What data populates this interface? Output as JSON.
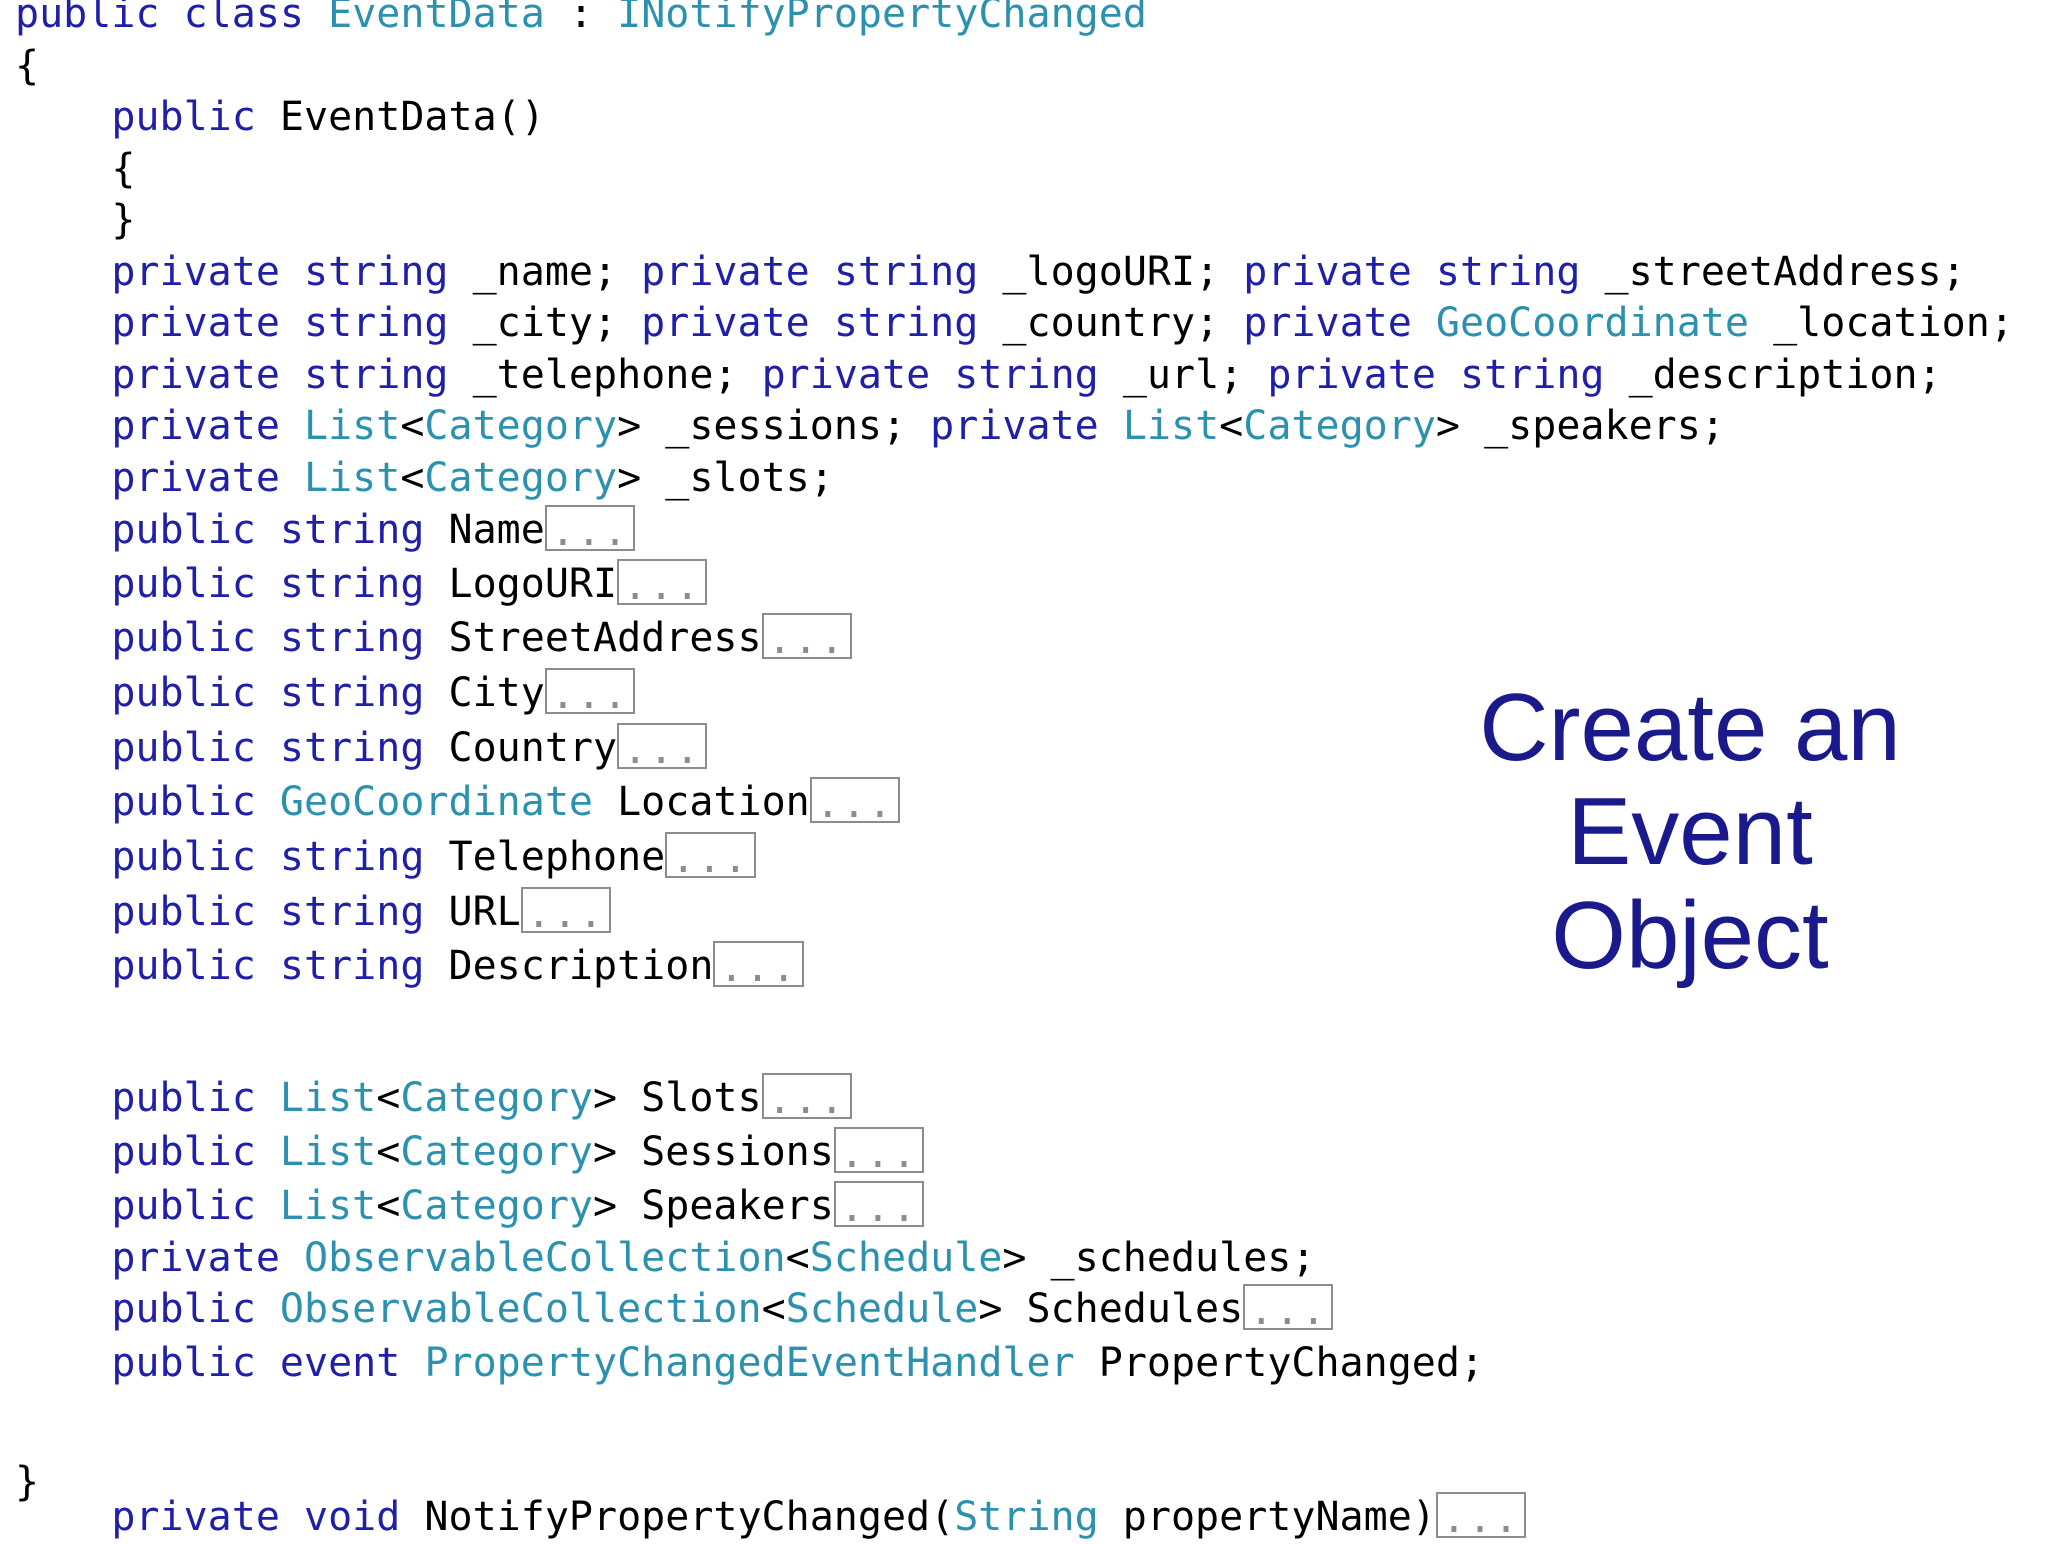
{
  "colors": {
    "keyword": "#1f1fa8",
    "type": "#2b91af",
    "text": "#000000",
    "fold_border": "#8c8c8c",
    "title": "#1a1a8c"
  },
  "code_lines": [
    {
      "tokens": [
        {
          "t": "public",
          "c": "kw"
        },
        {
          "t": " "
        },
        {
          "t": "class",
          "c": "kw"
        },
        {
          "t": " "
        },
        {
          "t": "EventData",
          "c": "ty"
        },
        {
          "t": " : "
        },
        {
          "t": "INotifyPropertyChanged",
          "c": "ty"
        }
      ]
    },
    {
      "tokens": [
        {
          "t": "{"
        }
      ]
    },
    {
      "tokens": [
        {
          "t": "    "
        },
        {
          "t": "public",
          "c": "kw"
        },
        {
          "t": " EventData()"
        }
      ]
    },
    {
      "tokens": [
        {
          "t": "    {"
        }
      ]
    },
    {
      "tokens": [
        {
          "t": "    }"
        }
      ]
    },
    {
      "tokens": [
        {
          "t": "    "
        },
        {
          "t": "private",
          "c": "kw"
        },
        {
          "t": " "
        },
        {
          "t": "string",
          "c": "kw"
        },
        {
          "t": " _name; "
        },
        {
          "t": "private",
          "c": "kw"
        },
        {
          "t": " "
        },
        {
          "t": "string",
          "c": "kw"
        },
        {
          "t": " _logoURI; "
        },
        {
          "t": "private",
          "c": "kw"
        },
        {
          "t": " "
        },
        {
          "t": "string",
          "c": "kw"
        },
        {
          "t": " _streetAddress;"
        }
      ]
    },
    {
      "tokens": [
        {
          "t": "    "
        },
        {
          "t": "private",
          "c": "kw"
        },
        {
          "t": " "
        },
        {
          "t": "string",
          "c": "kw"
        },
        {
          "t": " _city; "
        },
        {
          "t": "private",
          "c": "kw"
        },
        {
          "t": " "
        },
        {
          "t": "string",
          "c": "kw"
        },
        {
          "t": " _country; "
        },
        {
          "t": "private",
          "c": "kw"
        },
        {
          "t": " "
        },
        {
          "t": "GeoCoordinate",
          "c": "ty"
        },
        {
          "t": " _location;"
        }
      ]
    },
    {
      "tokens": [
        {
          "t": "    "
        },
        {
          "t": "private",
          "c": "kw"
        },
        {
          "t": " "
        },
        {
          "t": "string",
          "c": "kw"
        },
        {
          "t": " _telephone; "
        },
        {
          "t": "private",
          "c": "kw"
        },
        {
          "t": " "
        },
        {
          "t": "string",
          "c": "kw"
        },
        {
          "t": " _url; "
        },
        {
          "t": "private",
          "c": "kw"
        },
        {
          "t": " "
        },
        {
          "t": "string",
          "c": "kw"
        },
        {
          "t": " _description;"
        }
      ]
    },
    {
      "tokens": [
        {
          "t": "    "
        },
        {
          "t": "private",
          "c": "kw"
        },
        {
          "t": " "
        },
        {
          "t": "List",
          "c": "ty"
        },
        {
          "t": "<"
        },
        {
          "t": "Category",
          "c": "ty"
        },
        {
          "t": "> _sessions; "
        },
        {
          "t": "private",
          "c": "kw"
        },
        {
          "t": " "
        },
        {
          "t": "List",
          "c": "ty"
        },
        {
          "t": "<"
        },
        {
          "t": "Category",
          "c": "ty"
        },
        {
          "t": "> _speakers;"
        }
      ]
    },
    {
      "tokens": [
        {
          "t": "    "
        },
        {
          "t": "private",
          "c": "kw"
        },
        {
          "t": " "
        },
        {
          "t": "List",
          "c": "ty"
        },
        {
          "t": "<"
        },
        {
          "t": "Category",
          "c": "ty"
        },
        {
          "t": "> _slots;"
        }
      ]
    },
    {
      "tokens": [
        {
          "t": "    "
        },
        {
          "t": "public",
          "c": "kw"
        },
        {
          "t": " "
        },
        {
          "t": "string",
          "c": "kw"
        },
        {
          "t": " Name"
        }
      ],
      "fold": "..."
    },
    {
      "tokens": [
        {
          "t": "    "
        },
        {
          "t": "public",
          "c": "kw"
        },
        {
          "t": " "
        },
        {
          "t": "string",
          "c": "kw"
        },
        {
          "t": " LogoURI"
        }
      ],
      "fold": "..."
    },
    {
      "tokens": [
        {
          "t": "    "
        },
        {
          "t": "public",
          "c": "kw"
        },
        {
          "t": " "
        },
        {
          "t": "string",
          "c": "kw"
        },
        {
          "t": " StreetAddress"
        }
      ],
      "fold": "..."
    },
    {
      "tokens": [
        {
          "t": "    "
        },
        {
          "t": "public",
          "c": "kw"
        },
        {
          "t": " "
        },
        {
          "t": "string",
          "c": "kw"
        },
        {
          "t": " City"
        }
      ],
      "fold": "..."
    },
    {
      "tokens": [
        {
          "t": "    "
        },
        {
          "t": "public",
          "c": "kw"
        },
        {
          "t": " "
        },
        {
          "t": "string",
          "c": "kw"
        },
        {
          "t": " Country"
        }
      ],
      "fold": "..."
    },
    {
      "tokens": [
        {
          "t": "    "
        },
        {
          "t": "public",
          "c": "kw"
        },
        {
          "t": " "
        },
        {
          "t": "GeoCoordinate",
          "c": "ty"
        },
        {
          "t": " Location"
        }
      ],
      "fold": "..."
    },
    {
      "tokens": [
        {
          "t": "    "
        },
        {
          "t": "public",
          "c": "kw"
        },
        {
          "t": " "
        },
        {
          "t": "string",
          "c": "kw"
        },
        {
          "t": " Telephone"
        }
      ],
      "fold": "..."
    },
    {
      "tokens": [
        {
          "t": "    "
        },
        {
          "t": "public",
          "c": "kw"
        },
        {
          "t": " "
        },
        {
          "t": "string",
          "c": "kw"
        },
        {
          "t": " URL"
        }
      ],
      "fold": "..."
    },
    {
      "tokens": [
        {
          "t": "    "
        },
        {
          "t": "public",
          "c": "kw"
        },
        {
          "t": " "
        },
        {
          "t": "string",
          "c": "kw"
        },
        {
          "t": " Description"
        }
      ],
      "fold": "..."
    },
    {
      "tokens": []
    },
    {
      "tokens": [
        {
          "t": "    "
        },
        {
          "t": "public",
          "c": "kw"
        },
        {
          "t": " "
        },
        {
          "t": "List",
          "c": "ty"
        },
        {
          "t": "<"
        },
        {
          "t": "Category",
          "c": "ty"
        },
        {
          "t": "> Slots"
        }
      ],
      "fold": "..."
    },
    {
      "tokens": [
        {
          "t": "    "
        },
        {
          "t": "public",
          "c": "kw"
        },
        {
          "t": " "
        },
        {
          "t": "List",
          "c": "ty"
        },
        {
          "t": "<"
        },
        {
          "t": "Category",
          "c": "ty"
        },
        {
          "t": "> Sessions"
        }
      ],
      "fold": "..."
    },
    {
      "tokens": [
        {
          "t": "    "
        },
        {
          "t": "public",
          "c": "kw"
        },
        {
          "t": " "
        },
        {
          "t": "List",
          "c": "ty"
        },
        {
          "t": "<"
        },
        {
          "t": "Category",
          "c": "ty"
        },
        {
          "t": "> Speakers"
        }
      ],
      "fold": "..."
    },
    {
      "tokens": [
        {
          "t": "    "
        },
        {
          "t": "private",
          "c": "kw"
        },
        {
          "t": " "
        },
        {
          "t": "ObservableCollection",
          "c": "ty"
        },
        {
          "t": "<"
        },
        {
          "t": "Schedule",
          "c": "ty"
        },
        {
          "t": "> _schedules;"
        }
      ]
    },
    {
      "tokens": [
        {
          "t": "    "
        },
        {
          "t": "public",
          "c": "kw"
        },
        {
          "t": " "
        },
        {
          "t": "ObservableCollection",
          "c": "ty"
        },
        {
          "t": "<"
        },
        {
          "t": "Schedule",
          "c": "ty"
        },
        {
          "t": "> Schedules"
        }
      ],
      "fold": "..."
    },
    {
      "tokens": [
        {
          "t": "    "
        },
        {
          "t": "public",
          "c": "kw"
        },
        {
          "t": " "
        },
        {
          "t": "event",
          "c": "kw"
        },
        {
          "t": " "
        },
        {
          "t": "PropertyChangedEventHandler",
          "c": "ty"
        },
        {
          "t": " PropertyChanged;"
        }
      ]
    },
    {
      "tokens": []
    },
    {
      "tokens": [
        {
          "t": "    "
        },
        {
          "t": "private",
          "c": "kw"
        },
        {
          "t": " "
        },
        {
          "t": "void",
          "c": "kw"
        },
        {
          "t": " NotifyPropertyChanged("
        },
        {
          "t": "String",
          "c": "ty"
        },
        {
          "t": " propertyName)"
        }
      ],
      "fold": "..."
    },
    {
      "tokens": [
        {
          "t": "}"
        }
      ]
    }
  ],
  "slide_title": {
    "line1": "Create an",
    "line2": "Event",
    "line3": "Object"
  }
}
